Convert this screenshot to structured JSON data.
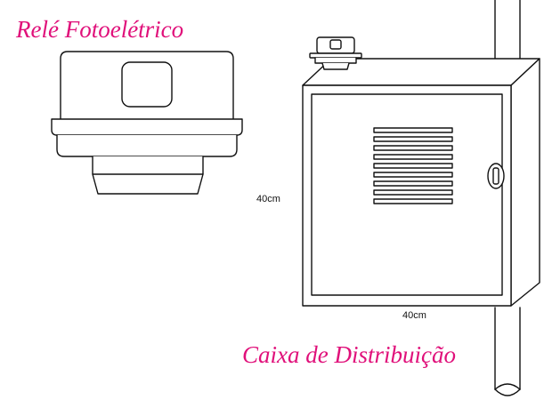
{
  "labels": {
    "relay_title": "Relé Fotoelétrico",
    "box_title": "Caixa de Distribuição",
    "height_dim": "40cm",
    "width_dim": "40cm"
  },
  "colors": {
    "title": "#e0107a",
    "line": "#111111",
    "background": "#ffffff"
  }
}
